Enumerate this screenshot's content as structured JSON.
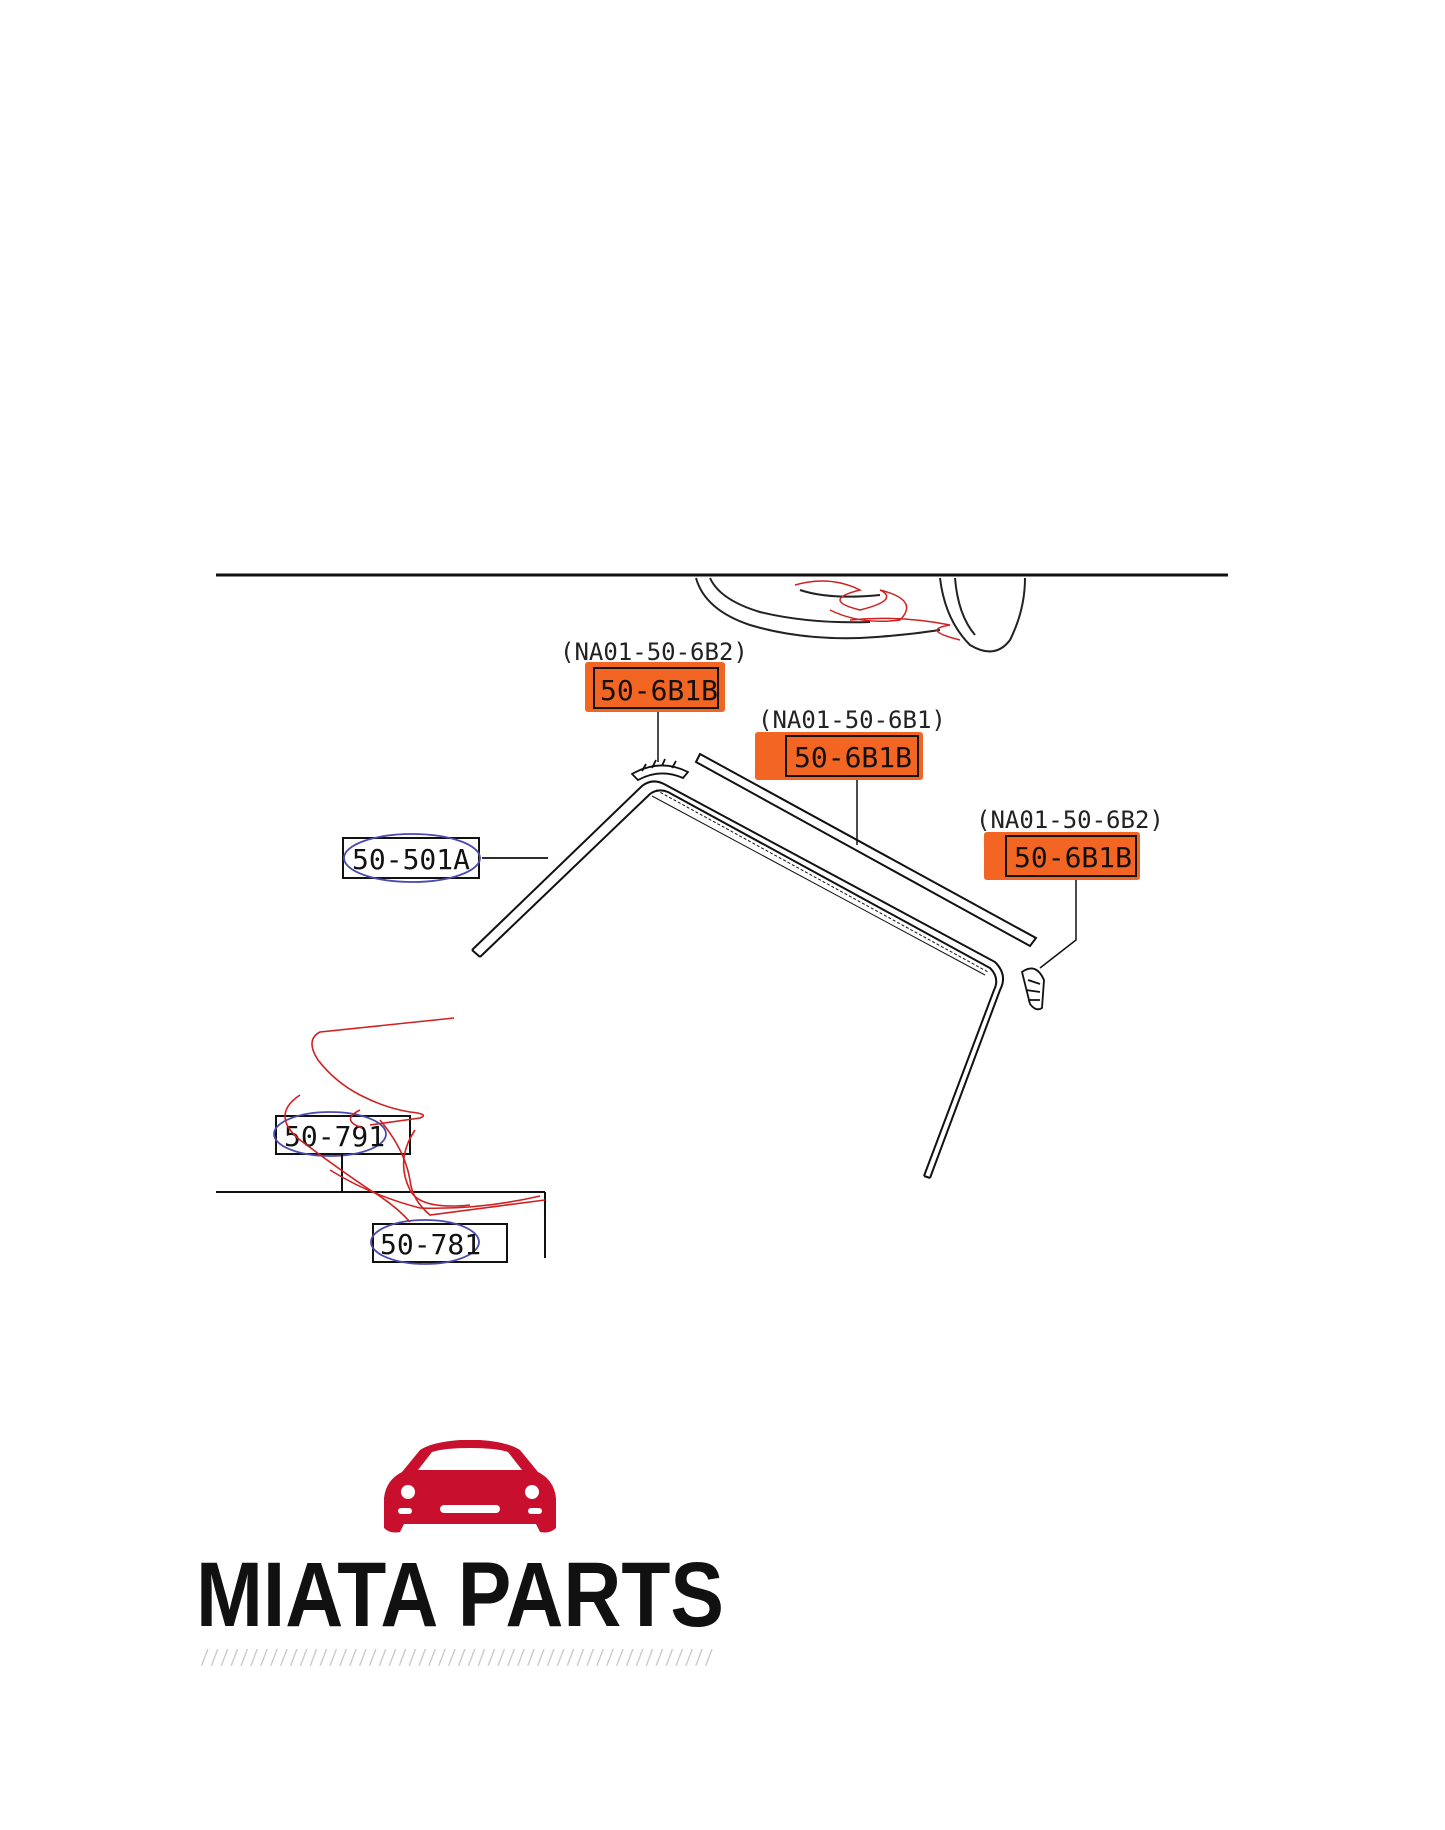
{
  "diagram": {
    "callouts": [
      {
        "ref": "(NA01-50-6B2)",
        "part": "50-6B1B",
        "highlight": "#f26522"
      },
      {
        "ref": "(NA01-50-6B1)",
        "part": "50-6B1B",
        "highlight": "#f26522"
      },
      {
        "ref": "(NA01-50-6B2)",
        "part": "50-6B1B",
        "highlight": "#f26522"
      }
    ],
    "parts": [
      {
        "part": "50-501A"
      },
      {
        "part": "50-791"
      },
      {
        "part": "50-781"
      }
    ],
    "colors": {
      "highlight": "#f26522",
      "circle": "#4a4ab0",
      "scribble": "#d02020",
      "line": "#111111"
    }
  },
  "logo": {
    "text": "MIATA PARTS",
    "stripes": "////////////////////////////////////////////////////",
    "car_color": "#c8102e",
    "icon": "car-front-icon"
  }
}
